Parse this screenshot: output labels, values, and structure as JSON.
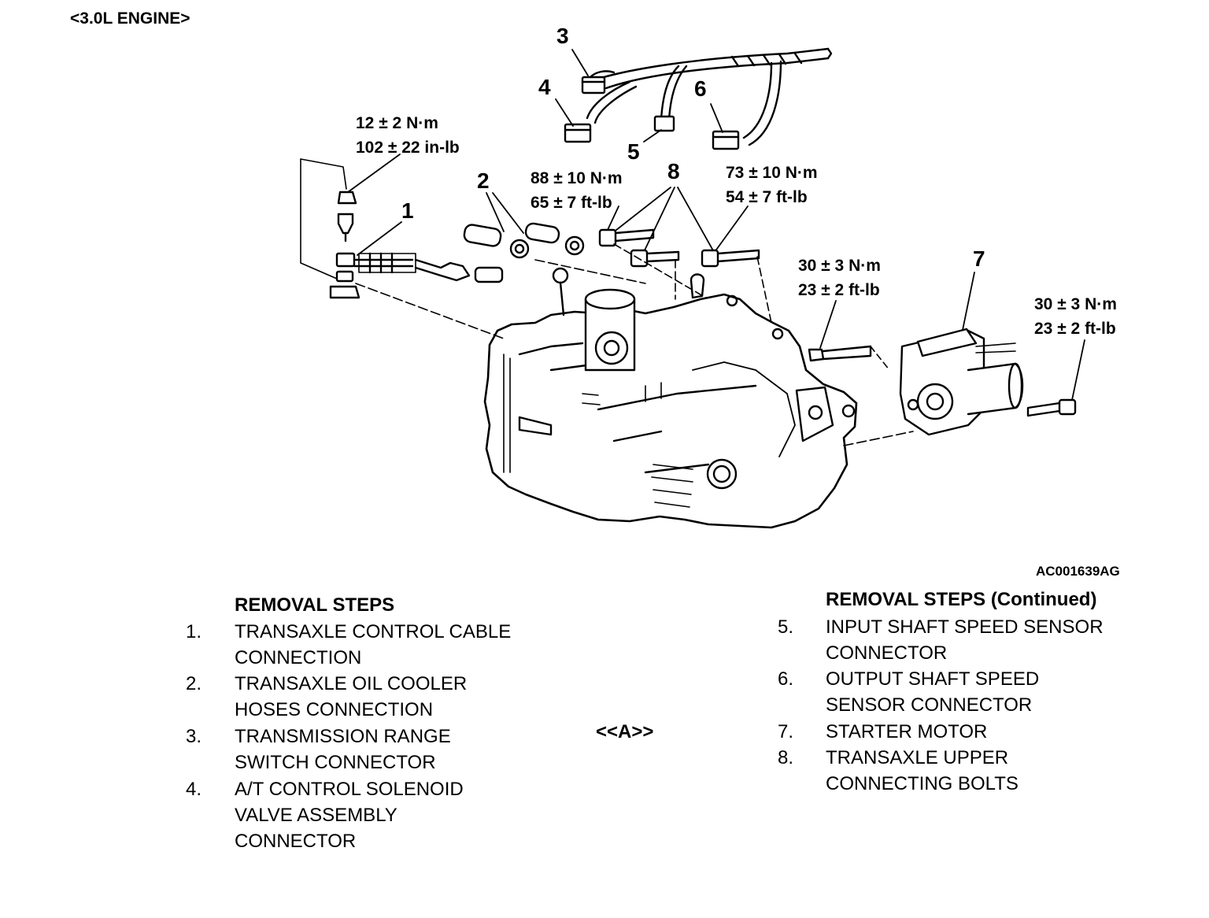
{
  "header": "<3.0L ENGINE>",
  "figure_id": "AC001639AG",
  "callouts": {
    "c1": "1",
    "c2": "2",
    "c3": "3",
    "c4": "4",
    "c5": "5",
    "c6": "6",
    "c7": "7",
    "c8": "8"
  },
  "torque": {
    "t_sensor": {
      "line1": "12 ± 2 N·m",
      "line2": "102 ± 22 in-lb"
    },
    "t_bolt_left": {
      "line1": "88 ± 10 N·m",
      "line2": "65 ± 7 ft-lb"
    },
    "t_bolt_right": {
      "line1": "73 ± 10 N·m",
      "line2": "54 ± 7 ft-lb"
    },
    "t_starter_upper": {
      "line1": "30 ± 3 N·m",
      "line2": "23 ± 2 ft-lb"
    },
    "t_starter_lower": {
      "line1": "30 ± 3 N·m",
      "line2": "23 ± 2 ft-lb"
    }
  },
  "removal_steps": {
    "title": "REMOVAL STEPS",
    "items": [
      {
        "num": "1.",
        "text": "TRANSAXLE CONTROL CABLE\nCONNECTION"
      },
      {
        "num": "2.",
        "text": "TRANSAXLE OIL COOLER\nHOSES CONNECTION"
      },
      {
        "num": "3.",
        "text": "TRANSMISSION RANGE\nSWITCH CONNECTOR"
      },
      {
        "num": "4.",
        "text": "A/T CONTROL SOLENOID\nVALVE ASSEMBLY\nCONNECTOR"
      }
    ]
  },
  "removal_steps_continued": {
    "title": "REMOVAL STEPS (Continued)",
    "items": [
      {
        "num": "5.",
        "text": "INPUT SHAFT SPEED SENSOR\nCONNECTOR"
      },
      {
        "num": "6.",
        "text": "OUTPUT SHAFT SPEED\nSENSOR CONNECTOR"
      },
      {
        "num": "7.",
        "text": "STARTER MOTOR"
      },
      {
        "num": "8.",
        "text": "TRANSAXLE UPPER\nCONNECTING BOLTS"
      }
    ]
  },
  "step_note": "<<A>>"
}
